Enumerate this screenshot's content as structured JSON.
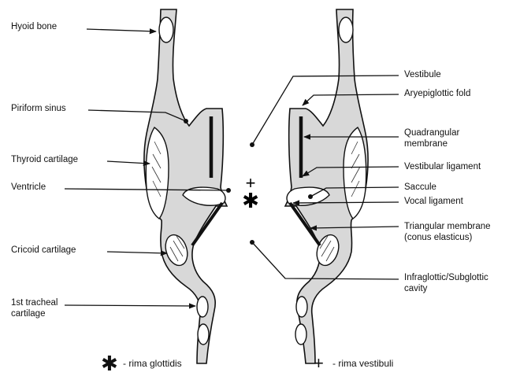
{
  "labels_left": {
    "hyoid_bone": "Hyoid bone",
    "piriform_sinus": "Piriform sinus",
    "thyroid_cartilage": "Thyroid cartilage",
    "ventricle": "Ventricle",
    "cricoid_cartilage": "Cricoid cartilage",
    "first_tracheal_cartilage": "1st tracheal cartilage"
  },
  "labels_right": {
    "vestibule": "Vestibule",
    "aryepiglottic_fold": "Aryepiglottic fold",
    "quadrangular_membrane": "Quadrangular membrane",
    "vestibular_ligament": "Vestibular ligament",
    "saccule": "Saccule",
    "vocal_ligament": "Vocal ligament",
    "triangular_membrane": "Triangular membrane (conus elasticus)",
    "infraglottic_cavity": "Infraglottic/Subglottic cavity"
  },
  "legend": {
    "asterisk_symbol": "✱",
    "asterisk_text": "- rima glottidis",
    "plus_symbol": "+",
    "plus_text": "- rima vestibuli"
  },
  "symbols": {
    "plus": "+",
    "asterisk": "✱"
  },
  "colors": {
    "tissue": "#d8d8d8",
    "outline": "#111111",
    "cartilage": "#ffffff"
  }
}
